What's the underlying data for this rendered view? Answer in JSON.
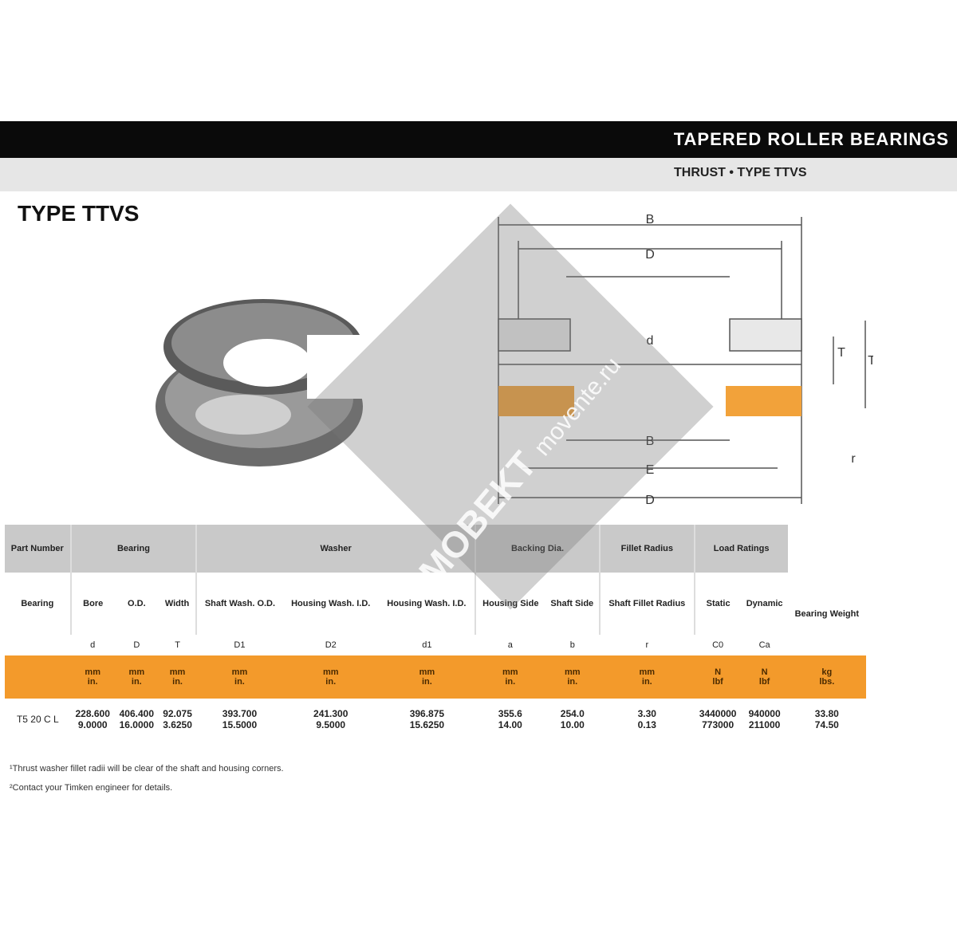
{
  "header": {
    "title": "TAPERED ROLLER BEARINGS",
    "subtitle": "THRUST • TYPE TTVS"
  },
  "section_title": "TYPE TTVS",
  "diagram": {
    "labels": {
      "outer": "B",
      "d_top": "D",
      "bore": "d",
      "h1": "T",
      "h2": "T",
      "b1": "B",
      "b2": "E",
      "b3": "D",
      "fillet": "r"
    },
    "accent": "#f2a23a"
  },
  "table": {
    "group_headers": [
      "Part Number",
      "Bearing",
      "Washer",
      "Backing Dia.",
      "Fillet Radius",
      "Load Ratings",
      ""
    ],
    "sub_headers": [
      "Bearing",
      "Bore",
      "O.D.",
      "Width",
      "Shaft Wash. O.D.",
      "Housing Wash. I.D.",
      "Housing Wash. I.D.",
      "Housing Side",
      "Shaft Side",
      "Shaft Fillet Radius",
      "Static",
      "Dynamic",
      "Bearing Weight"
    ],
    "symbols": [
      "",
      "d",
      "D",
      "T",
      "D1",
      "D2",
      "d1",
      "a",
      "b",
      "r",
      "C0",
      "Ca",
      ""
    ],
    "units": [
      [
        "",
        ""
      ],
      [
        "mm",
        "in."
      ],
      [
        "mm",
        "in."
      ],
      [
        "mm",
        "in."
      ],
      [
        "mm",
        "in."
      ],
      [
        "mm",
        "in."
      ],
      [
        "mm",
        "in."
      ],
      [
        "mm",
        "in."
      ],
      [
        "mm",
        "in."
      ],
      [
        "mm",
        "in."
      ],
      [
        "N",
        "lbf"
      ],
      [
        "N",
        "lbf"
      ],
      [
        "kg",
        "lbs."
      ]
    ],
    "rows": [
      {
        "part": "T5 20 C L",
        "cells": [
          [
            "228.600",
            "9.0000"
          ],
          [
            "406.400",
            "16.0000"
          ],
          [
            "92.075",
            "3.6250"
          ],
          [
            "393.700",
            "15.5000"
          ],
          [
            "241.300",
            "9.5000"
          ],
          [
            "396.875",
            "15.6250"
          ],
          [
            "355.6",
            "14.00"
          ],
          [
            "254.0",
            "10.00"
          ],
          [
            "3.30",
            "0.13"
          ],
          [
            "3440000",
            "773000"
          ],
          [
            "940000",
            "211000"
          ],
          [
            "33.80",
            "74.50"
          ]
        ]
      }
    ]
  },
  "footnotes": [
    "¹Thrust washer fillet radii will be clear of the shaft and housing corners.",
    "²Contact your Timken engineer for details."
  ],
  "watermark": {
    "brand": "MOBEKT",
    "site": "movente.ru"
  },
  "colors": {
    "orange": "#f39a2b",
    "header_gray": "#c9c9c9",
    "bar": "#0a0a0a"
  }
}
